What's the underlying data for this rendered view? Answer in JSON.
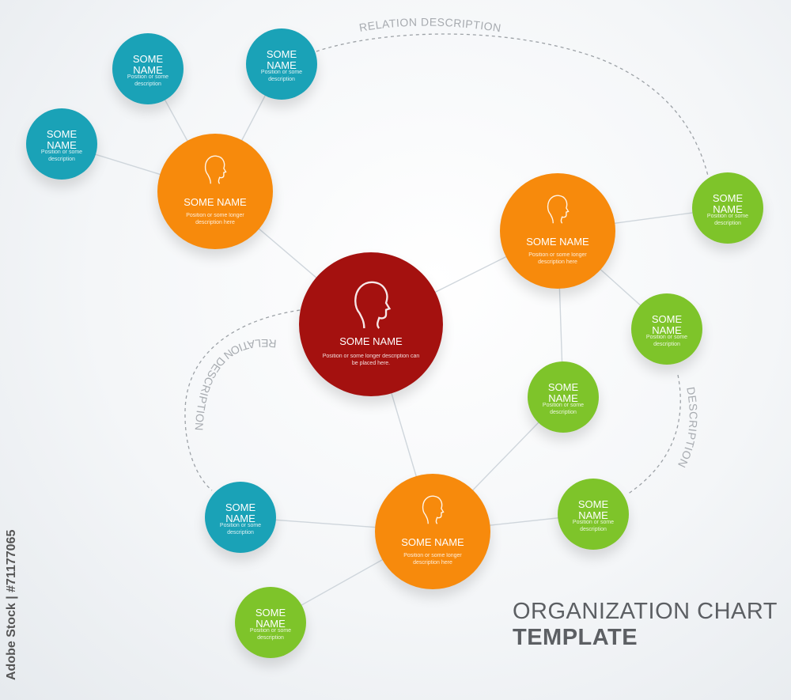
{
  "title": {
    "line1": "ORGANIZATION CHART",
    "line2": "TEMPLATE"
  },
  "credit": "Adobe Stock | #71177065",
  "colors": {
    "dark_red": "#a4110f",
    "orange": "#f78a0c",
    "teal": "#1aa2b7",
    "green": "#7ec42a",
    "line": "#cfd6dc",
    "dashed": "#9da2a7"
  },
  "relations": [
    {
      "id": "rel-top",
      "text": "RELATION DESCRIPTION"
    },
    {
      "id": "rel-left",
      "text": "RELATION DESCRIPTION"
    },
    {
      "id": "rel-right",
      "text": "DESCRIPTION"
    }
  ],
  "nodes": [
    {
      "id": "center",
      "color": "dark_red",
      "name": "SOME NAME",
      "desc": "Position or some longer description can be placed here.",
      "avatar": true
    },
    {
      "id": "upper-left",
      "color": "orange",
      "name": "SOME NAME",
      "desc": "Position or some longer description here",
      "avatar": true
    },
    {
      "id": "right",
      "color": "orange",
      "name": "SOME NAME",
      "desc": "Position or some longer description here",
      "avatar": true
    },
    {
      "id": "bottom",
      "color": "orange",
      "name": "SOME NAME",
      "desc": "Position or some longer description here",
      "avatar": true
    },
    {
      "id": "ul-1",
      "color": "teal",
      "name": "SOME NAME",
      "desc": "Position or some description"
    },
    {
      "id": "ul-2",
      "color": "teal",
      "name": "SOME NAME",
      "desc": "Position or some description"
    },
    {
      "id": "ul-3",
      "color": "teal",
      "name": "SOME NAME",
      "desc": "Position or some description"
    },
    {
      "id": "r-1",
      "color": "green",
      "name": "SOME NAME",
      "desc": "Position or some description"
    },
    {
      "id": "r-2",
      "color": "green",
      "name": "SOME NAME",
      "desc": "Position or some description"
    },
    {
      "id": "r-3",
      "color": "green",
      "name": "SOME NAME",
      "desc": "Position or some description"
    },
    {
      "id": "b-1",
      "color": "teal",
      "name": "SOME NAME",
      "desc": "Position or some description"
    },
    {
      "id": "b-2",
      "color": "green",
      "name": "SOME NAME",
      "desc": "Position or some description"
    },
    {
      "id": "b-3",
      "color": "green",
      "name": "SOME NAME",
      "desc": "Position or some description"
    }
  ],
  "edges": [
    [
      "center",
      "upper-left"
    ],
    [
      "center",
      "right"
    ],
    [
      "center",
      "bottom"
    ],
    [
      "upper-left",
      "ul-1"
    ],
    [
      "upper-left",
      "ul-2"
    ],
    [
      "upper-left",
      "ul-3"
    ],
    [
      "right",
      "r-1"
    ],
    [
      "right",
      "r-2"
    ],
    [
      "right",
      "r-3"
    ],
    [
      "bottom",
      "b-1"
    ],
    [
      "bottom",
      "b-2"
    ],
    [
      "bottom",
      "b-3"
    ],
    [
      "bottom",
      "r-3"
    ]
  ]
}
